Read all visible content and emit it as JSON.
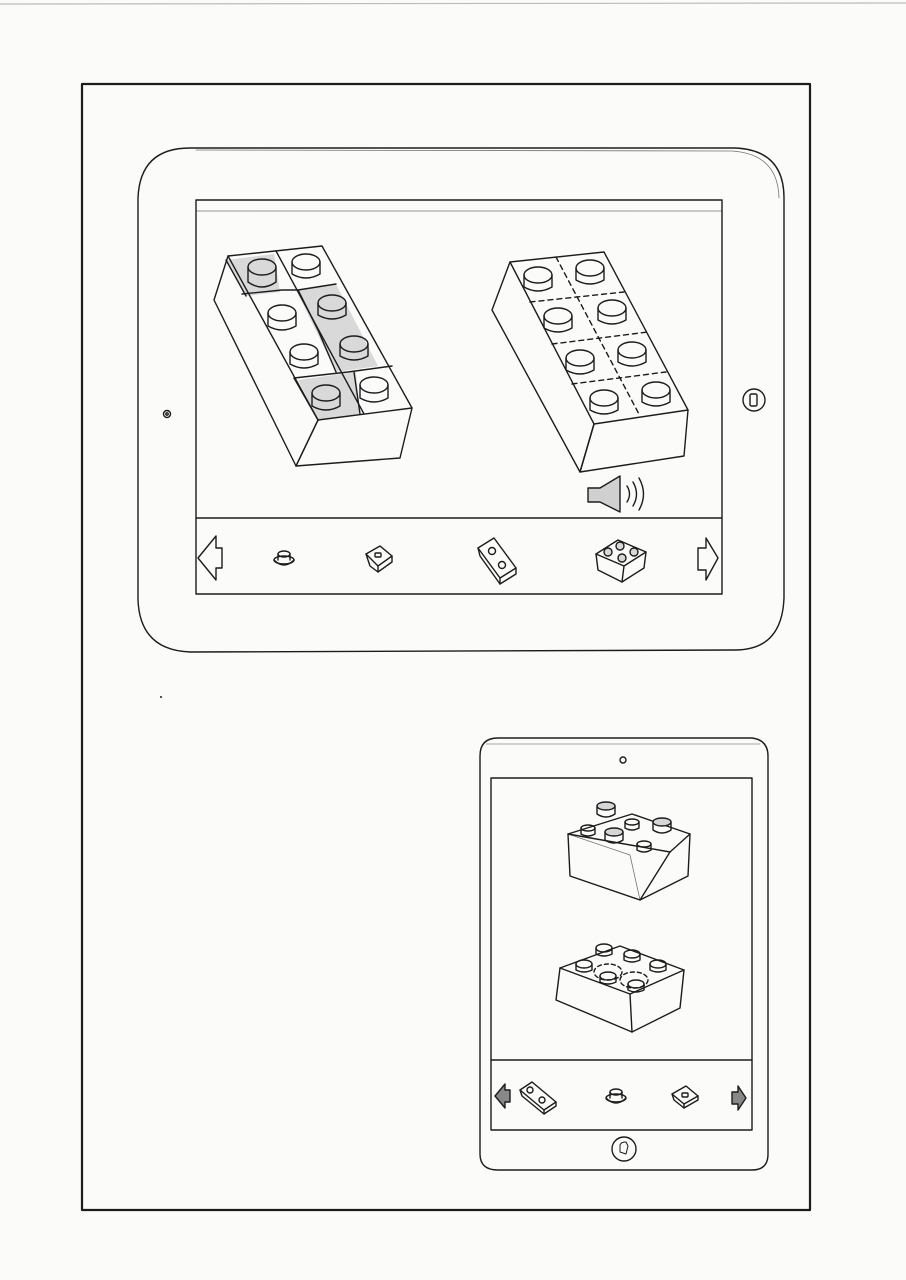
{
  "sketch": {
    "kind": "hand-drawn wireframe",
    "stroke_color": "#1c1c1c",
    "fill_gray": "#d8d8d8",
    "paper_color": "#fbfbfa"
  },
  "tablet_landscape": {
    "status_bar": {
      "left": "",
      "center": "",
      "right": ""
    },
    "main_view": {
      "left_model": {
        "icon": "brick-2x4-split-icon",
        "studs": 8
      },
      "right_model": {
        "icon": "brick-2x4-dashed-icon",
        "studs": 8
      },
      "sound_button": {
        "icon": "speaker-volume-icon"
      }
    },
    "piece_strip": {
      "prev": {
        "icon": "arrow-left-icon"
      },
      "items": [
        {
          "icon": "round-stud-piece-icon"
        },
        {
          "icon": "tile-1x1-piece-icon"
        },
        {
          "icon": "plate-1x2-piece-icon"
        },
        {
          "icon": "brick-2x2-piece-icon"
        }
      ],
      "next": {
        "icon": "arrow-right-icon"
      }
    },
    "home_button": {
      "icon": "home-button-icon"
    },
    "camera": {
      "icon": "camera-icon"
    }
  },
  "tablet_portrait": {
    "camera": {
      "icon": "camera-icon"
    },
    "main_view": {
      "top_model": {
        "icon": "brick-2x3-with-studs-icon"
      },
      "bottom_model": {
        "icon": "brick-2x3-dashed-icon"
      }
    },
    "piece_strip": {
      "prev": {
        "icon": "arrow-left-icon"
      },
      "items": [
        {
          "icon": "plate-1x2-piece-icon"
        },
        {
          "icon": "round-stud-piece-icon"
        },
        {
          "icon": "tile-1x1-piece-icon"
        }
      ],
      "next": {
        "icon": "arrow-right-icon"
      }
    },
    "home_button": {
      "icon": "home-button-icon"
    }
  }
}
